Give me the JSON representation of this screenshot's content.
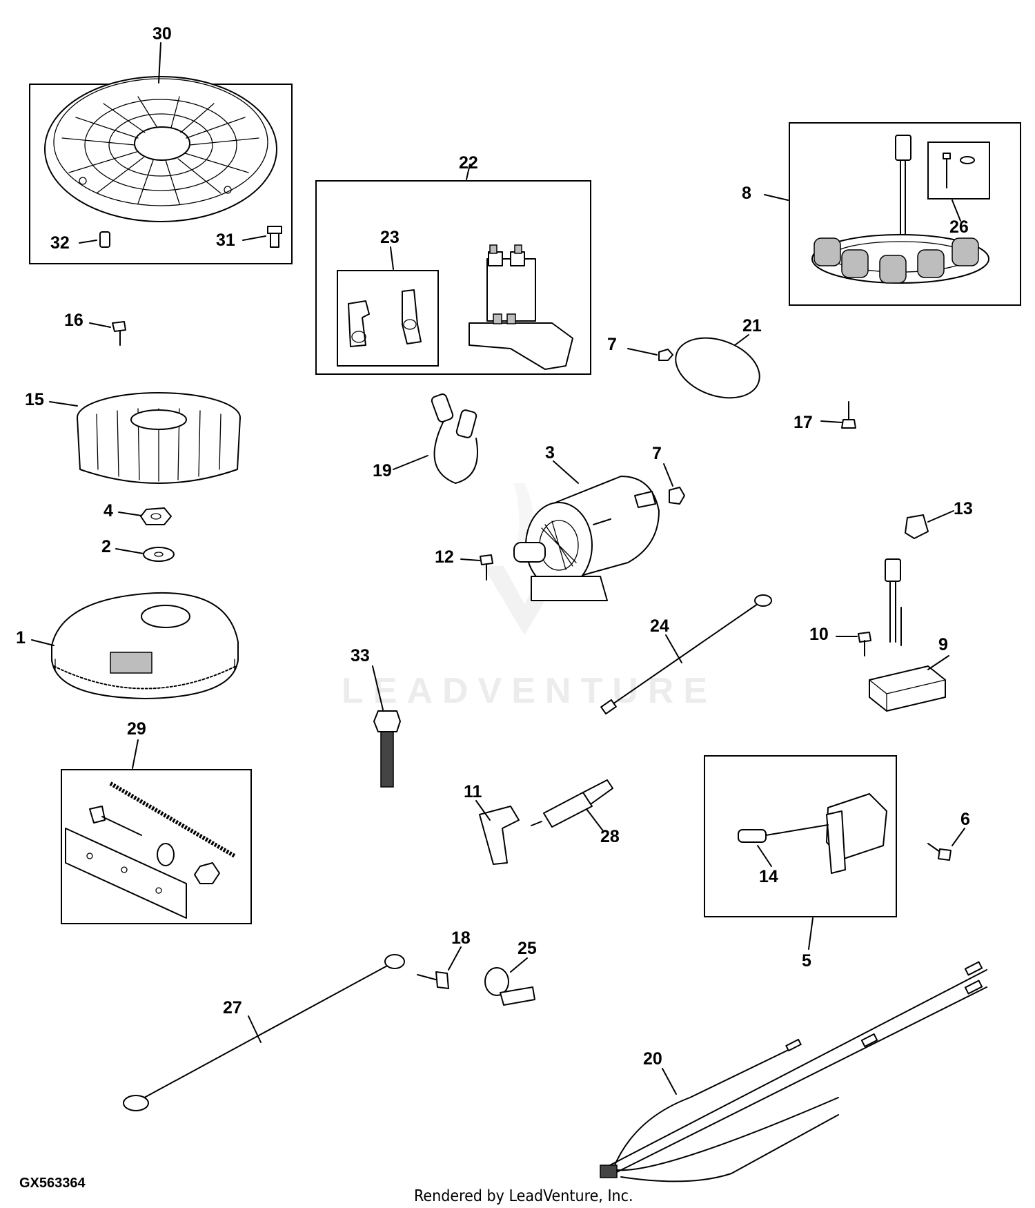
{
  "figure_id": "GX563364",
  "footer": "Rendered by LeadVenture, Inc.",
  "watermark": "LEADVENTURE",
  "callouts": {
    "c1": "1",
    "c2": "2",
    "c3": "3",
    "c4": "4",
    "c5": "5",
    "c6": "6",
    "c7a": "7",
    "c7b": "7",
    "c8": "8",
    "c9": "9",
    "c10": "10",
    "c11": "11",
    "c12": "12",
    "c13": "13",
    "c14": "14",
    "c15": "15",
    "c16": "16",
    "c17": "17",
    "c18": "18",
    "c19": "19",
    "c20": "20",
    "c21": "21",
    "c22": "22",
    "c23": "23",
    "c24": "24",
    "c25": "25",
    "c26": "26",
    "c27": "27",
    "c28": "28",
    "c29": "29",
    "c30": "30",
    "c31": "31",
    "c32": "32",
    "c33": "33"
  }
}
